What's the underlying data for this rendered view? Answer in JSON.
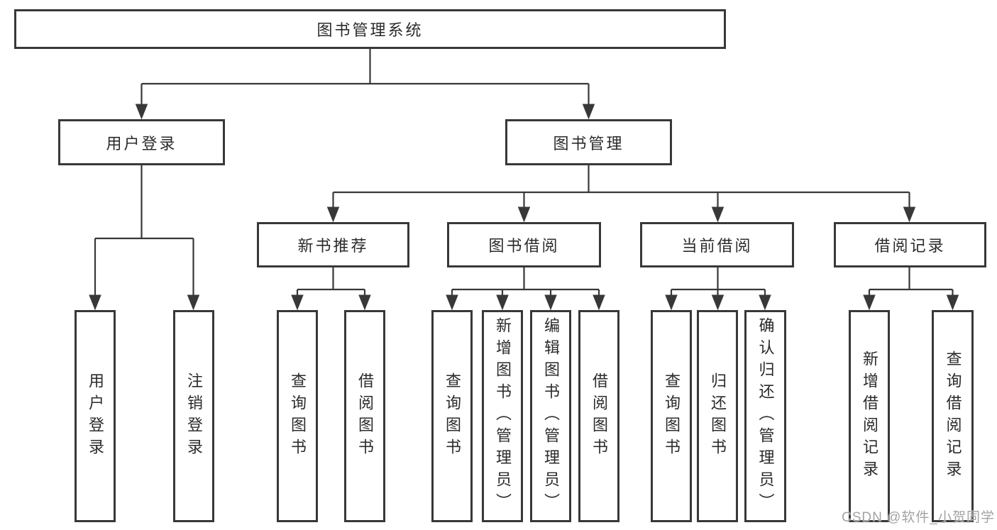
{
  "colors": {
    "background": "#ffffff",
    "line": "#383838",
    "box_border": "#383838",
    "box_background": "#ffffff",
    "text": "#2b2b2b",
    "watermark": "#a3a3a3"
  },
  "watermark": "CSDN @软件_小贺同学",
  "tree": {
    "root": "图书管理系统",
    "level1": [
      "用户登录",
      "图书管理"
    ],
    "level2": [
      "新书推荐",
      "图书借阅",
      "当前借阅",
      "借阅记录"
    ],
    "leaves": [
      "用户登录",
      "注销登录",
      "查询图书",
      "借阅图书",
      "查询图书",
      "新增图书（管理员）",
      "编辑图书（管理员）",
      "借阅图书",
      "查询图书",
      "归还图书",
      "确认归还（管理员）",
      "新增借阅记录",
      "查询借阅记录"
    ],
    "hierarchy": {
      "图书管理系统": [
        "用户登录",
        "图书管理"
      ],
      "用户登录": [
        "用户登录",
        "注销登录"
      ],
      "图书管理": [
        "新书推荐",
        "图书借阅",
        "当前借阅",
        "借阅记录"
      ],
      "新书推荐": [
        "查询图书",
        "借阅图书"
      ],
      "图书借阅": [
        "查询图书",
        "新增图书（管理员）",
        "编辑图书（管理员）",
        "借阅图书"
      ],
      "当前借阅": [
        "查询图书",
        "归还图书",
        "确认归还（管理员）"
      ],
      "借阅记录": [
        "新增借阅记录",
        "查询借阅记录"
      ]
    }
  }
}
